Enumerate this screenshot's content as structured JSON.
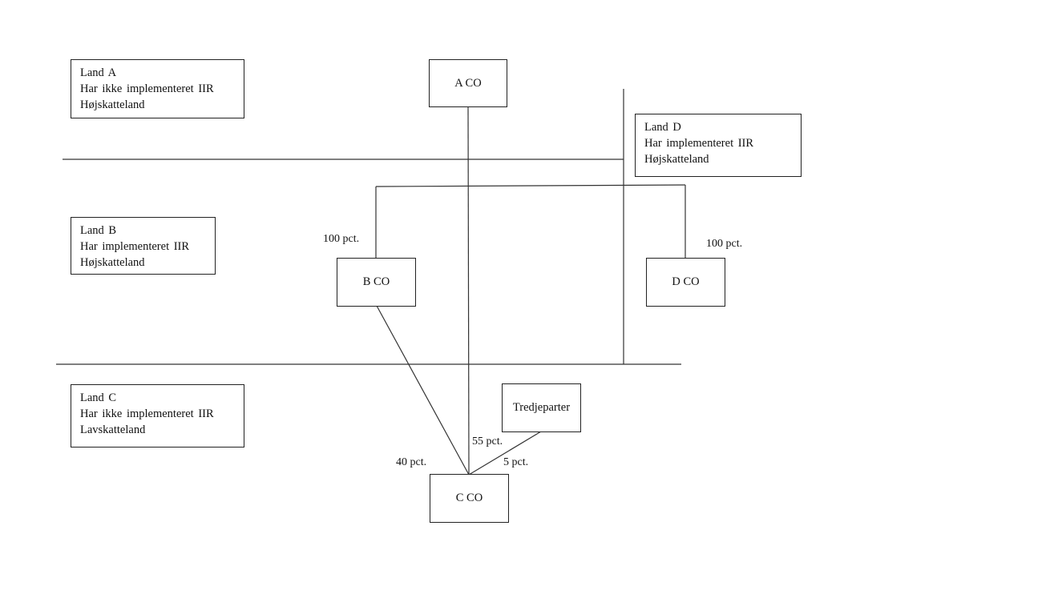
{
  "countries": [
    {
      "id": "A",
      "lines": [
        "Land A",
        "Har ikke implementeret  IIR",
        "Højskatteland"
      ]
    },
    {
      "id": "B",
      "lines": [
        "Land B",
        "Har implementeret  IIR",
        "Højskatteland"
      ]
    },
    {
      "id": "C",
      "lines": [
        "Land C",
        "Har ikke implementeret  IIR",
        "Lavskatteland"
      ]
    },
    {
      "id": "D",
      "lines": [
        "Land D",
        "Har implementeret  IIR",
        "Højskatteland"
      ]
    }
  ],
  "entities": {
    "a_co": "A CO",
    "b_co": "B CO",
    "c_co": "C CO",
    "d_co": "D CO",
    "third_parties": "Tredjeparter"
  },
  "ownership": {
    "a_to_b": "100 pct.",
    "a_to_d": "100 pct.",
    "b_to_c": "40 pct.",
    "a_to_c": "55 pct.",
    "third_to_c": "5 pct."
  }
}
